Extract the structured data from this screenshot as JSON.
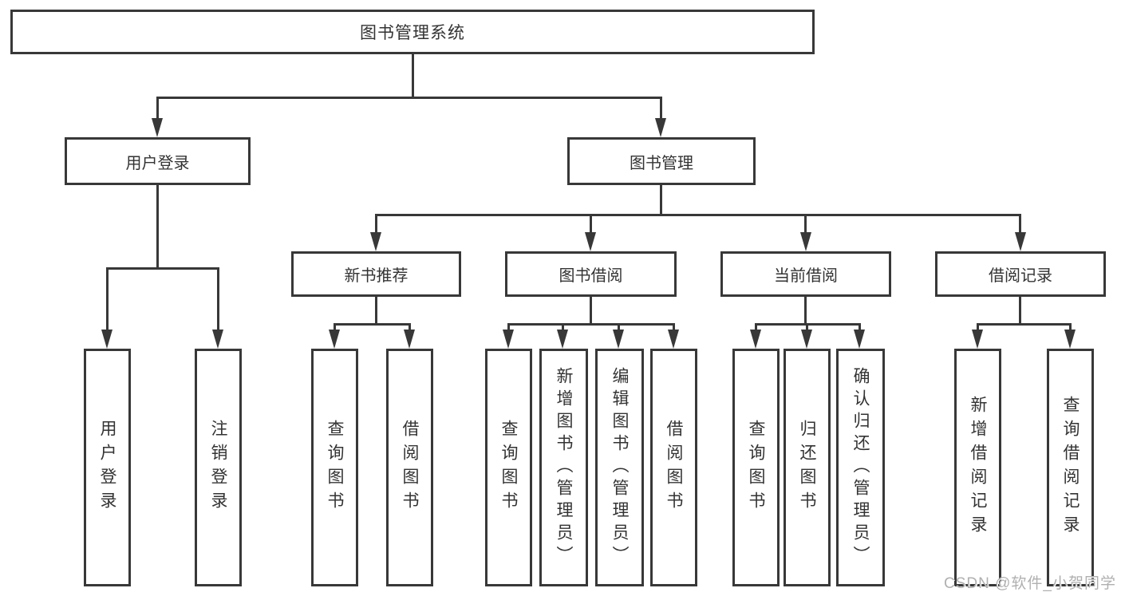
{
  "colors": {
    "line": "#383838",
    "text": "#333333",
    "watermark": "#b0b0b0",
    "background": "#ffffff"
  },
  "diagram": {
    "type": "hierarchy-tree",
    "root": "图书管理系统",
    "level2": {
      "user_login": "用户登录",
      "book_mgmt": "图书管理"
    },
    "level3": {
      "new_books": "新书推荐",
      "borrowing": "图书借阅",
      "current": "当前借阅",
      "records": "借阅记录"
    },
    "leaves": {
      "user_login": [
        "用户登录",
        "注销登录"
      ],
      "new_books": [
        "查询图书",
        "借阅图书"
      ],
      "borrowing": [
        "查询图书",
        "新增图书（管理员）",
        "编辑图书（管理员）",
        "借阅图书"
      ],
      "current": [
        "查询图书",
        "归还图书",
        "确认归还（管理员）"
      ],
      "records": [
        "新增借阅记录",
        "查询借阅记录"
      ]
    }
  },
  "watermark": {
    "text": "CSDN @软件_小贺同学"
  }
}
